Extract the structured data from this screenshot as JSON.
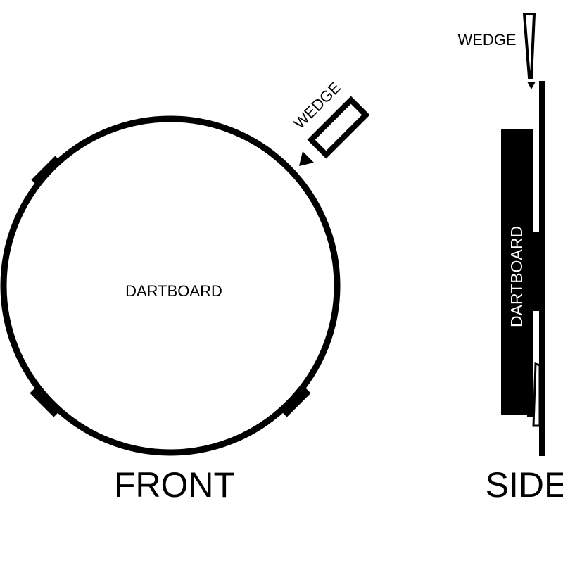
{
  "front": {
    "board_label": "DARTBOARD",
    "wedge_label": "WEDGE",
    "view_label": "FRONT"
  },
  "side": {
    "board_label": "DARTBOARD",
    "wedge_label": "WEDGE",
    "view_label": "SIDE"
  },
  "colors": {
    "ink": "#000000",
    "paper": "#ffffff"
  }
}
